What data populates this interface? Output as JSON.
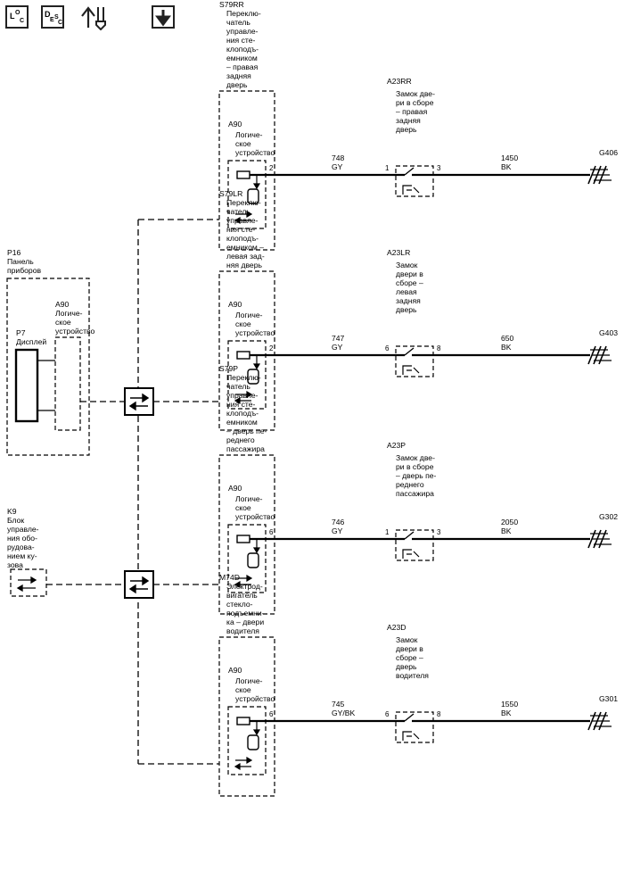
{
  "toolbar": {
    "loc": {
      "main": "L",
      "sub1": "O",
      "sub2": "C"
    },
    "desc": {
      "main": "D",
      "sub1": "E",
      "sub2": "S",
      "sub3": "C"
    },
    "flow_icon": "connector-flow-icon",
    "down_icon": "down-arrow-icon"
  },
  "schematic": {
    "p16": {
      "id": "P16",
      "name": [
        "Панель",
        "приборов"
      ]
    },
    "p7": {
      "id": "P7",
      "name": "Дисплей"
    },
    "p7_a90": {
      "id": "A90",
      "name": [
        "Логиче-",
        "ское",
        "устройство"
      ]
    },
    "k9": {
      "id": "K9",
      "name": [
        "Блок",
        "управле-",
        "ния обо-",
        "рудова-",
        "нием ку-",
        "зова"
      ]
    },
    "doors": [
      {
        "switch_id": "S79RR",
        "switch_name": [
          "Переклю-",
          "чатель",
          "управле-",
          "ния сте-",
          "клоподъ-",
          "емником",
          "– правая",
          "задняя",
          "дверь"
        ],
        "logic_id": "A90",
        "logic_name": [
          "Логиче-",
          "ское",
          "устройство"
        ],
        "pin_out": "2",
        "wire_circuit": "748",
        "wire_color": "GY",
        "lock_id": "A23RR",
        "lock_name": [
          "Замок две-",
          "ри в сборе",
          "– правая",
          "задняя",
          "дверь"
        ],
        "lock_pin_in": "1",
        "lock_pin_out": "3",
        "ground_circuit": "1450",
        "ground_color": "BK",
        "ground_id": "G406"
      },
      {
        "switch_id": "S79LR",
        "switch_name": [
          "Переклю-",
          "чатель",
          "управле-",
          "ния сте-",
          "клоподъ-",
          "емником –",
          "левая зад-",
          "няя дверь"
        ],
        "logic_id": "A90",
        "logic_name": [
          "Логиче-",
          "ское",
          "устройство"
        ],
        "pin_out": "2",
        "wire_circuit": "747",
        "wire_color": "GY",
        "lock_id": "A23LR",
        "lock_name": [
          "Замок",
          "двери в",
          "сборе –",
          "левая",
          "задняя",
          "дверь"
        ],
        "lock_pin_in": "6",
        "lock_pin_out": "8",
        "ground_circuit": "650",
        "ground_color": "BK",
        "ground_id": "G403"
      },
      {
        "switch_id": "S79P",
        "switch_name": [
          "Переклю-",
          "чатель",
          "управле-",
          "ния сте-",
          "клоподъ-",
          "емником",
          "– дверь пе-",
          "реднего",
          "пассажира"
        ],
        "logic_id": "A90",
        "logic_name": [
          "Логиче-",
          "ское",
          "устройство"
        ],
        "pin_out": "6",
        "wire_circuit": "746",
        "wire_color": "GY",
        "lock_id": "A23P",
        "lock_name": [
          "Замок две-",
          "ри в сборе",
          "– дверь пе-",
          "реднего",
          "пассажира"
        ],
        "lock_pin_in": "1",
        "lock_pin_out": "3",
        "ground_circuit": "2050",
        "ground_color": "BK",
        "ground_id": "G302"
      },
      {
        "switch_id": "M74D",
        "switch_name": [
          "Электрод-",
          "вигатель",
          "стекло-",
          "подъемни-",
          "ка – двери",
          "водителя"
        ],
        "logic_id": "A90",
        "logic_name": [
          "Логиче-",
          "ское",
          "устройство"
        ],
        "pin_out": "6",
        "wire_circuit": "745",
        "wire_color": "GY/BK",
        "lock_id": "A23D",
        "lock_name": [
          "Замок",
          "двери в",
          "сборе –",
          "дверь",
          "водителя"
        ],
        "lock_pin_in": "6",
        "lock_pin_out": "8",
        "ground_circuit": "1550",
        "ground_color": "BK",
        "ground_id": "G301"
      }
    ]
  }
}
